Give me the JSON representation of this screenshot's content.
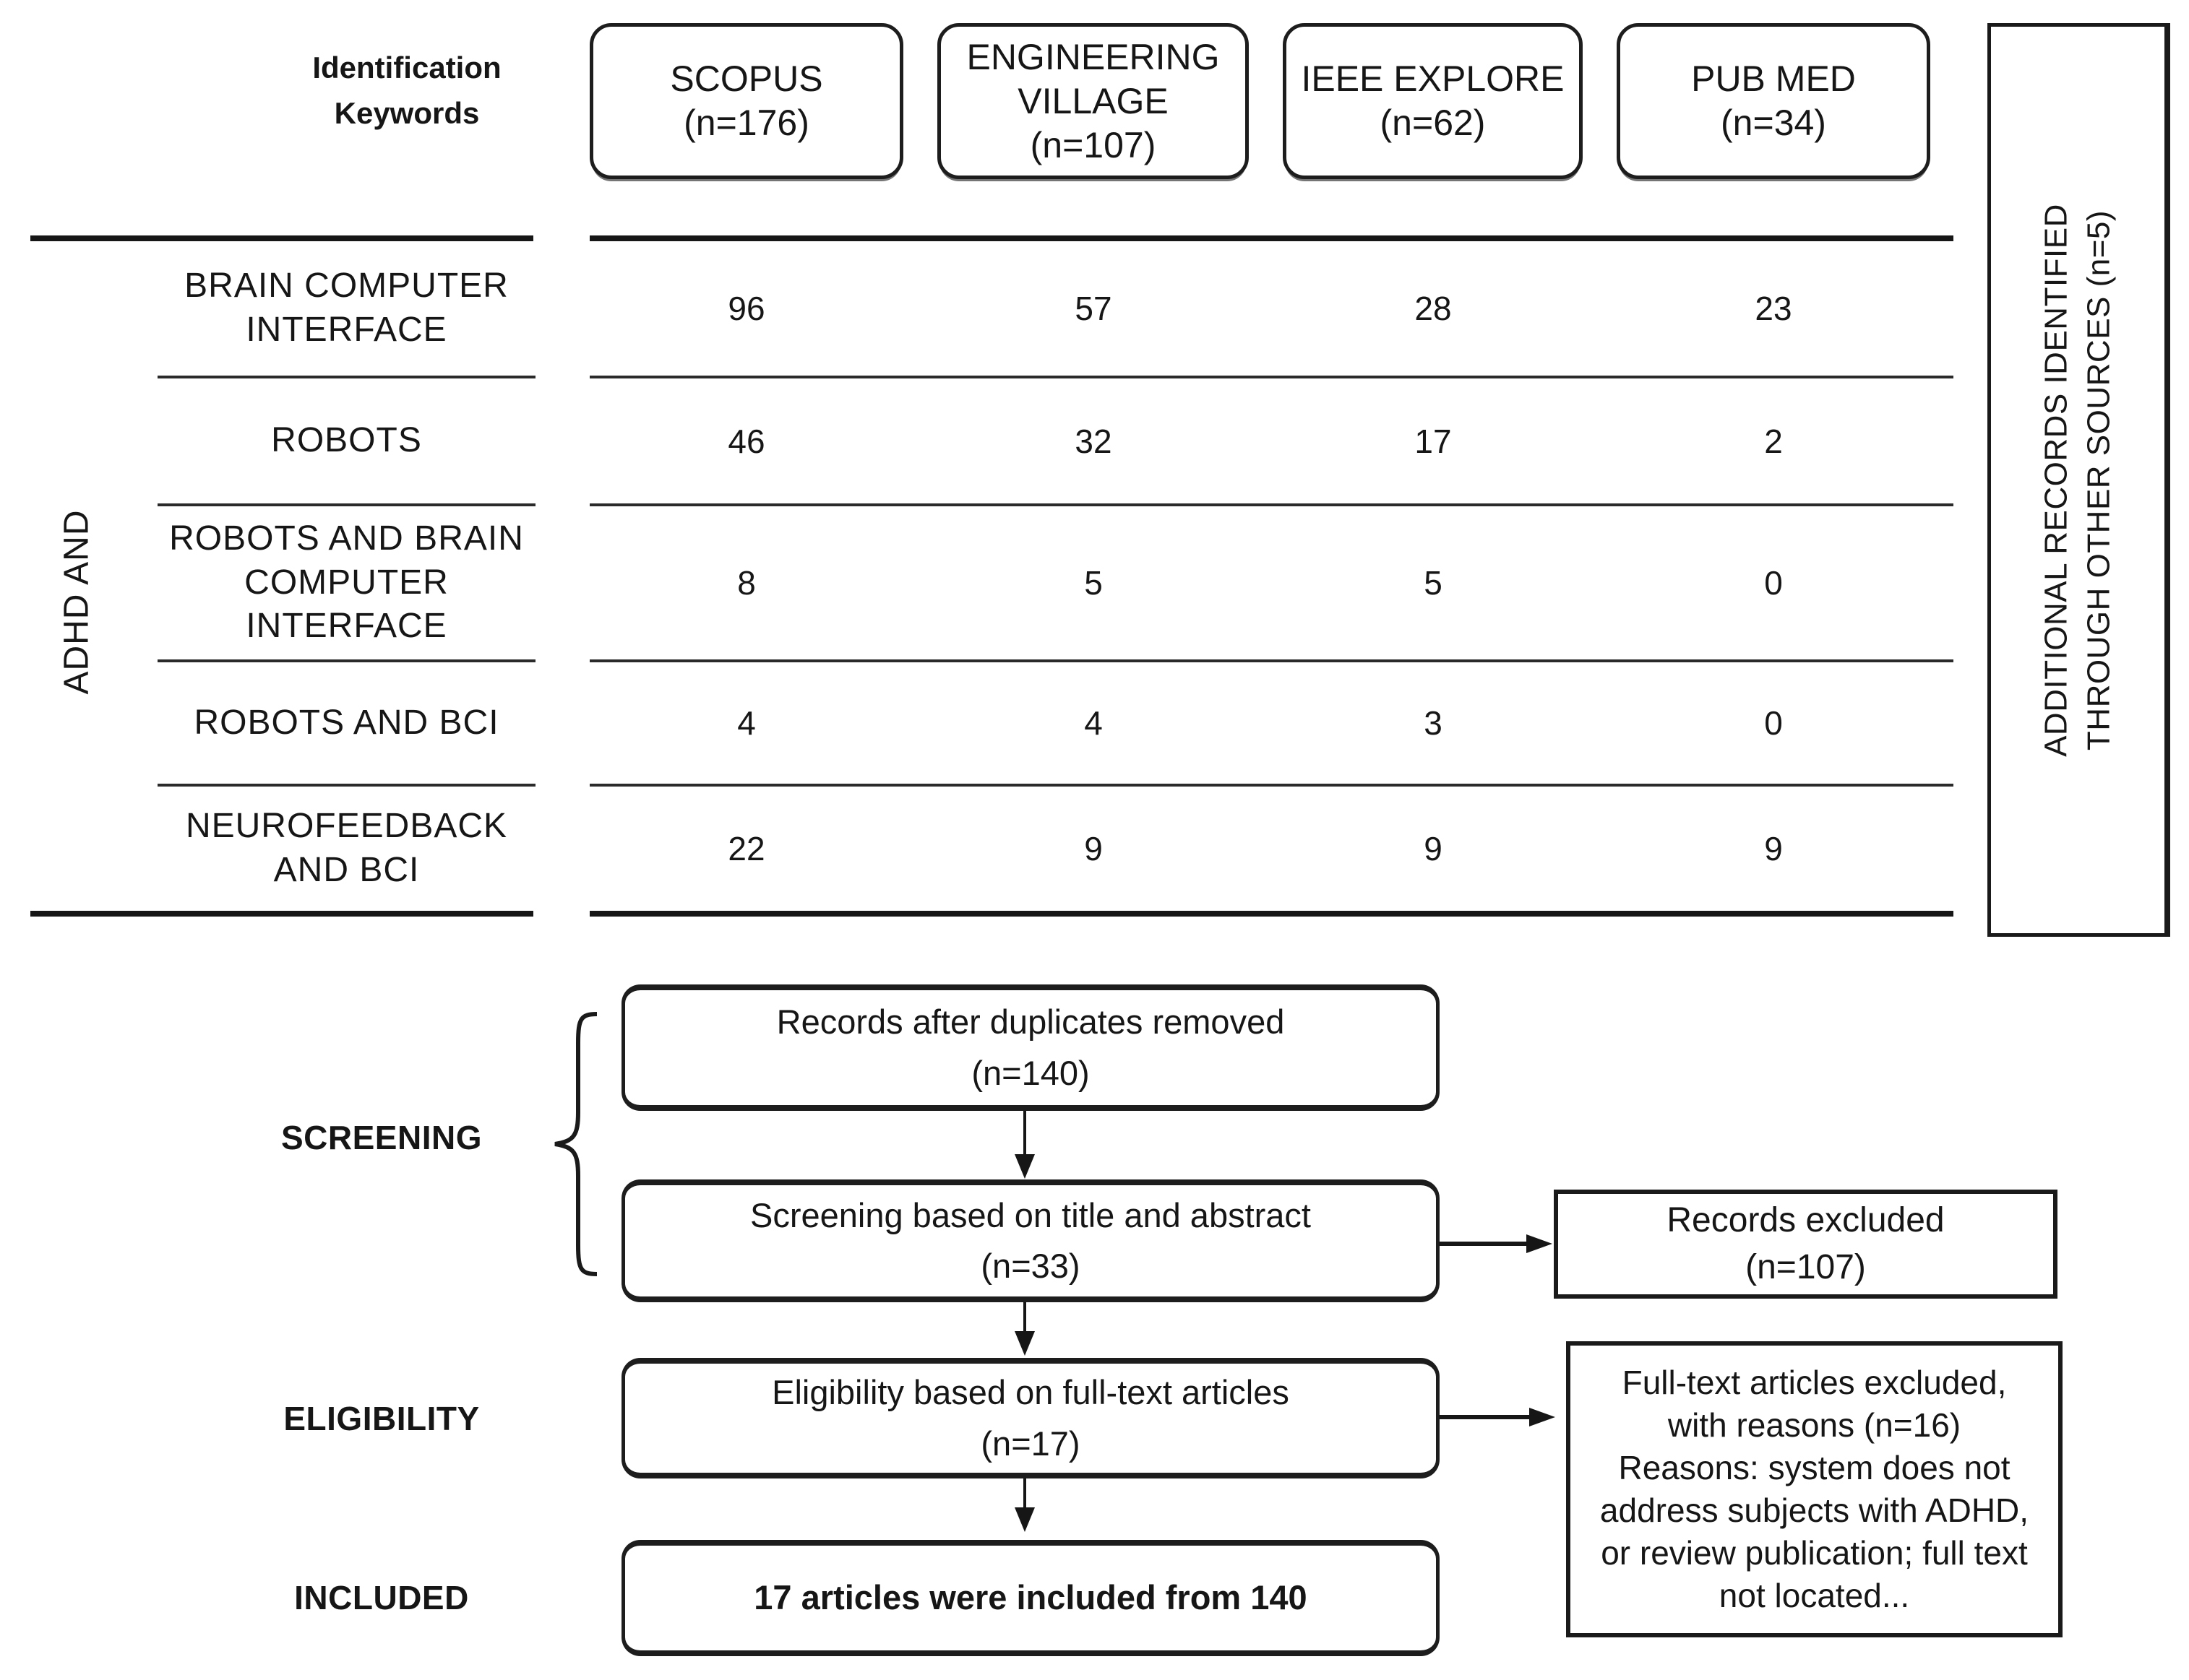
{
  "meta": {
    "ink_color": "#161616",
    "background_color": "#ffffff"
  },
  "table": {
    "corner_label": "Identification Keywords",
    "row_group_label": "ADHD AND",
    "columns": [
      {
        "name": "SCOPUS",
        "count": "(n=176)"
      },
      {
        "name": "ENGINEERING VILLAGE",
        "count": "(n=107)"
      },
      {
        "name": "IEEE EXPLORE",
        "count": "(n=62)"
      },
      {
        "name": "PUB MED",
        "count": "(n=34)"
      }
    ],
    "rows": [
      {
        "lines": [
          "BRAIN COMPUTER",
          "INTERFACE"
        ],
        "values": [
          "96",
          "57",
          "28",
          "23"
        ]
      },
      {
        "lines": [
          "ROBOTS"
        ],
        "values": [
          "46",
          "32",
          "17",
          "2"
        ]
      },
      {
        "lines": [
          "ROBOTS AND BRAIN",
          "COMPUTER",
          "INTERFACE"
        ],
        "values": [
          "8",
          "5",
          "5",
          "0"
        ]
      },
      {
        "lines": [
          "ROBOTS AND BCI"
        ],
        "values": [
          "4",
          "4",
          "3",
          "0"
        ]
      },
      {
        "lines": [
          "NEUROFEEDBACK",
          "AND BCI"
        ],
        "values": [
          "22",
          "9",
          "9",
          "9"
        ]
      }
    ],
    "side_note": {
      "line1": "ADDITIONAL RECORDS IDENTIFIED",
      "line2": "THROUGH OTHER SOURCES (n=5)"
    }
  },
  "flow": {
    "stage_screening": "SCREENING",
    "stage_eligibility": "ELIGIBILITY",
    "stage_included": "INCLUDED",
    "duplicates_box": {
      "line1": "Records after duplicates removed",
      "line2": "(n=140)"
    },
    "screening_box": {
      "line1": "Screening based on title and abstract",
      "line2": "(n=33)"
    },
    "records_excluded_box": {
      "line1": "Records excluded",
      "line2": "(n=107)"
    },
    "eligibility_box": {
      "line1": "Eligibility based on full-text articles",
      "line2": "(n=17)"
    },
    "fulltext_excluded_box": {
      "lines": [
        "Full-text articles excluded,",
        "with reasons (n=16)",
        "Reasons: system does not",
        "address subjects with ADHD,",
        "or review publication; full text",
        "not located..."
      ]
    },
    "included_box": {
      "line1": "17 articles were included from 140"
    }
  }
}
